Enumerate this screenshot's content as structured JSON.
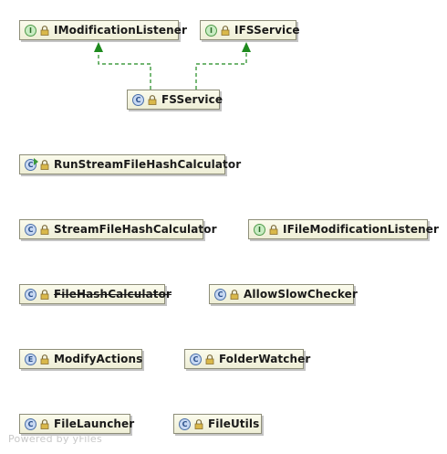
{
  "colors": {
    "edge": "#1e8a1e",
    "node_border": "#8e8e79",
    "node_fill": "#f5f5df",
    "interface_badge": "#c8ecc2",
    "class_badge": "#c7d8f2"
  },
  "badges": {
    "interface": "I",
    "class": "C",
    "enum": "E"
  },
  "nodes": {
    "imodification_listener": {
      "label": "IModificationListener",
      "kind": "interface"
    },
    "ifs_service": {
      "label": "IFSService",
      "kind": "interface"
    },
    "fs_service": {
      "label": "FSService",
      "kind": "class"
    },
    "run_stream_file_hash_calculator": {
      "label": "RunStreamFileHashCalculator",
      "kind": "runnable-class"
    },
    "stream_file_hash_calculator": {
      "label": "StreamFileHashCalculator",
      "kind": "class"
    },
    "ifile_modification_listener": {
      "label": "IFileModificationListener",
      "kind": "interface"
    },
    "file_hash_calculator": {
      "label": "FileHashCalculator",
      "kind": "class",
      "deprecated": true
    },
    "allow_slow_checker": {
      "label": "AllowSlowChecker",
      "kind": "class"
    },
    "modify_actions": {
      "label": "ModifyActions",
      "kind": "enum"
    },
    "folder_watcher": {
      "label": "FolderWatcher",
      "kind": "class"
    },
    "file_launcher": {
      "label": "FileLauncher",
      "kind": "class"
    },
    "file_utils": {
      "label": "FileUtils",
      "kind": "class"
    }
  },
  "edges": [
    {
      "from": "fs_service",
      "to": "imodification_listener",
      "type": "implements",
      "style": "dashed"
    },
    {
      "from": "fs_service",
      "to": "ifs_service",
      "type": "implements",
      "style": "dashed"
    }
  ],
  "watermark": "Powered by yFiles"
}
